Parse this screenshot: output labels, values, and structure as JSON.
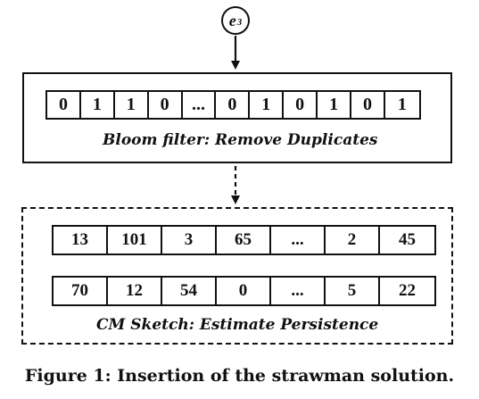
{
  "node": {
    "label": "e",
    "subscript": "3"
  },
  "bloom": {
    "bits": [
      "0",
      "1",
      "1",
      "0",
      "...",
      "0",
      "1",
      "0",
      "1",
      "0",
      "1"
    ],
    "caption_name": "Bloom filter",
    "caption_sep": ":",
    "caption_desc": " Remove Duplicates"
  },
  "cm": {
    "rows": [
      [
        "13",
        "101",
        "3",
        "65",
        "...",
        "2",
        "45"
      ],
      [
        "70",
        "12",
        "54",
        "0",
        "...",
        "5",
        "22"
      ]
    ],
    "caption_name": "CM Sketch",
    "caption_sep": ":",
    "caption_desc": " Estimate Persistence"
  },
  "figure_caption": "Figure 1: Insertion of the strawman solution."
}
